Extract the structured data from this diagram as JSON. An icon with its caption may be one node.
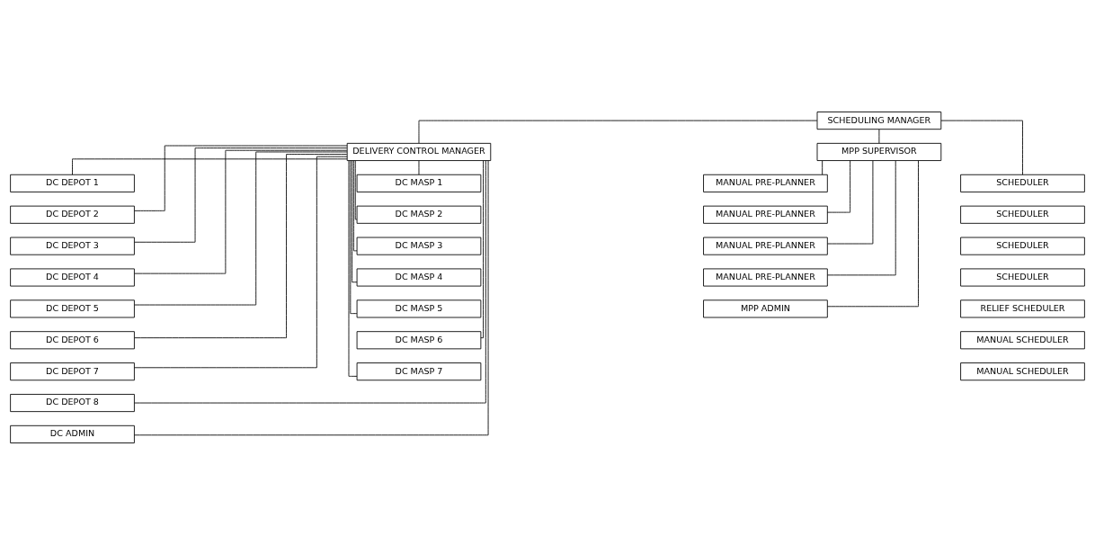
{
  "diagram": {
    "nodes": [
      {
        "text": [
          "SCHEDULING MANAGER"
        ]
      },
      {
        "text": [
          "DELIVERY CONTROL MANAGER"
        ]
      },
      {
        "text": [
          "MPP SUPERVISOR"
        ]
      },
      {
        "text": [
          "DC DEPOT 1"
        ]
      },
      {
        "text": [
          "DC DEPOT 2"
        ]
      },
      {
        "text": [
          "DC DEPOT 3"
        ]
      },
      {
        "text": [
          "DC DEPOT 4"
        ]
      },
      {
        "text": [
          "DC DEPOT 5"
        ]
      },
      {
        "text": [
          "DC DEPOT 6"
        ]
      },
      {
        "text": [
          "DC DEPOT 7"
        ]
      },
      {
        "text": [
          "DC DEPOT 8"
        ]
      },
      {
        "text": [
          "DC MASP 1"
        ]
      },
      {
        "text": [
          "DC MASP 2"
        ]
      },
      {
        "text": [
          "DC MASP 3"
        ]
      },
      {
        "text": [
          "DC MASP 4"
        ]
      },
      {
        "text": [
          "DC MASP 5"
        ]
      },
      {
        "text": [
          "DC MASP 6"
        ]
      },
      {
        "text": [
          "DC MASP 7"
        ]
      },
      {
        "text": [
          "DC ADMIN"
        ]
      },
      {
        "text": [
          "SCHEDULER"
        ]
      },
      {
        "text": [
          "SCHEDULER"
        ]
      },
      {
        "text": [
          "SCHEDULER"
        ]
      },
      {
        "text": [
          "SCHEDULER"
        ]
      },
      {
        "text": [
          "RELIEF SCHEDULER"
        ]
      },
      {
        "text": [
          "MANUAL SCHEDULER"
        ]
      },
      {
        "text": [
          "MANUAL SCHEDULER"
        ]
      },
      {
        "text": [
          "MANUAL PRE-PLANNER"
        ]
      },
      {
        "text": [
          "MANUAL PRE-PLANNER"
        ]
      },
      {
        "text": [
          "MANUAL PRE-PLANNER"
        ]
      },
      {
        "text": [
          "MANUAL PRE-PLANNER"
        ]
      },
      {
        "text": [
          "MPP ADMIN"
        ]
      }
    ],
    "edges": [
      {
        "from": 0,
        "to": 1,
        "arrow": "none"
      },
      {
        "from": 0,
        "to": 19,
        "arrow": "none"
      },
      {
        "from": 0,
        "to": 2,
        "arrow": "none"
      },
      {
        "from": 1,
        "to": 3,
        "arrow": "none"
      },
      {
        "from": 1,
        "to": 11,
        "arrow": "none"
      },
      {
        "from": 1,
        "to": 4,
        "arrow": "none"
      },
      {
        "from": 1,
        "to": 12,
        "arrow": "none"
      },
      {
        "from": 1,
        "to": 5,
        "arrow": "none"
      },
      {
        "from": 1,
        "to": 13,
        "arrow": "none"
      },
      {
        "from": 1,
        "to": 6,
        "arrow": "none"
      },
      {
        "from": 1,
        "to": 14,
        "arrow": "none"
      },
      {
        "from": 1,
        "to": 7,
        "arrow": "none"
      },
      {
        "from": 1,
        "to": 15,
        "arrow": "none"
      },
      {
        "from": 1,
        "to": 8,
        "arrow": "none"
      },
      {
        "from": 1,
        "to": 16,
        "arrow": "none"
      },
      {
        "from": 1,
        "to": 9,
        "arrow": "none"
      },
      {
        "from": 1,
        "to": 17,
        "arrow": "none"
      },
      {
        "from": 1,
        "to": 10,
        "arrow": "none"
      },
      {
        "from": 1,
        "to": 18,
        "arrow": "none"
      },
      {
        "from": 2,
        "to": 26,
        "arrow": "none"
      },
      {
        "from": 2,
        "to": 27,
        "arrow": "none"
      },
      {
        "from": 2,
        "to": 28,
        "arrow": "none"
      },
      {
        "from": 2,
        "to": 29,
        "arrow": "none"
      },
      {
        "from": 2,
        "to": 30,
        "arrow": "none"
      }
    ]
  }
}
